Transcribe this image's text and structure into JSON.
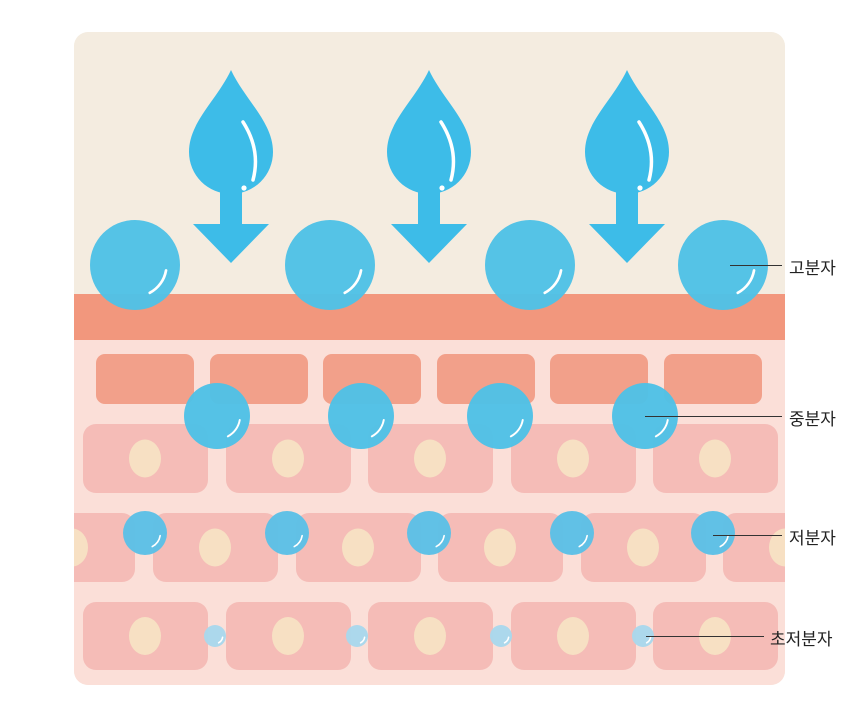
{
  "colors": {
    "background": "#f4ece0",
    "skin_surface": "#f2977d",
    "tissue": "#fbdfd8",
    "upper_cell": "#f2a08a",
    "cell": "#f5bcb7",
    "nucleus": "#f7e0c3",
    "droplet": "#3dbce8",
    "high_molecule": "#4fc1e6",
    "low_molecule": "#5cc0e6",
    "ultra_low_molecule": "#a9d8ec"
  },
  "icons": {
    "arrow": "water-drop-arrow-icon",
    "molecule": "molecule-circle-icon"
  },
  "labels": {
    "high": "고분자",
    "medium": "중분자",
    "low": "저분자",
    "ultra_low": "초저분자"
  }
}
